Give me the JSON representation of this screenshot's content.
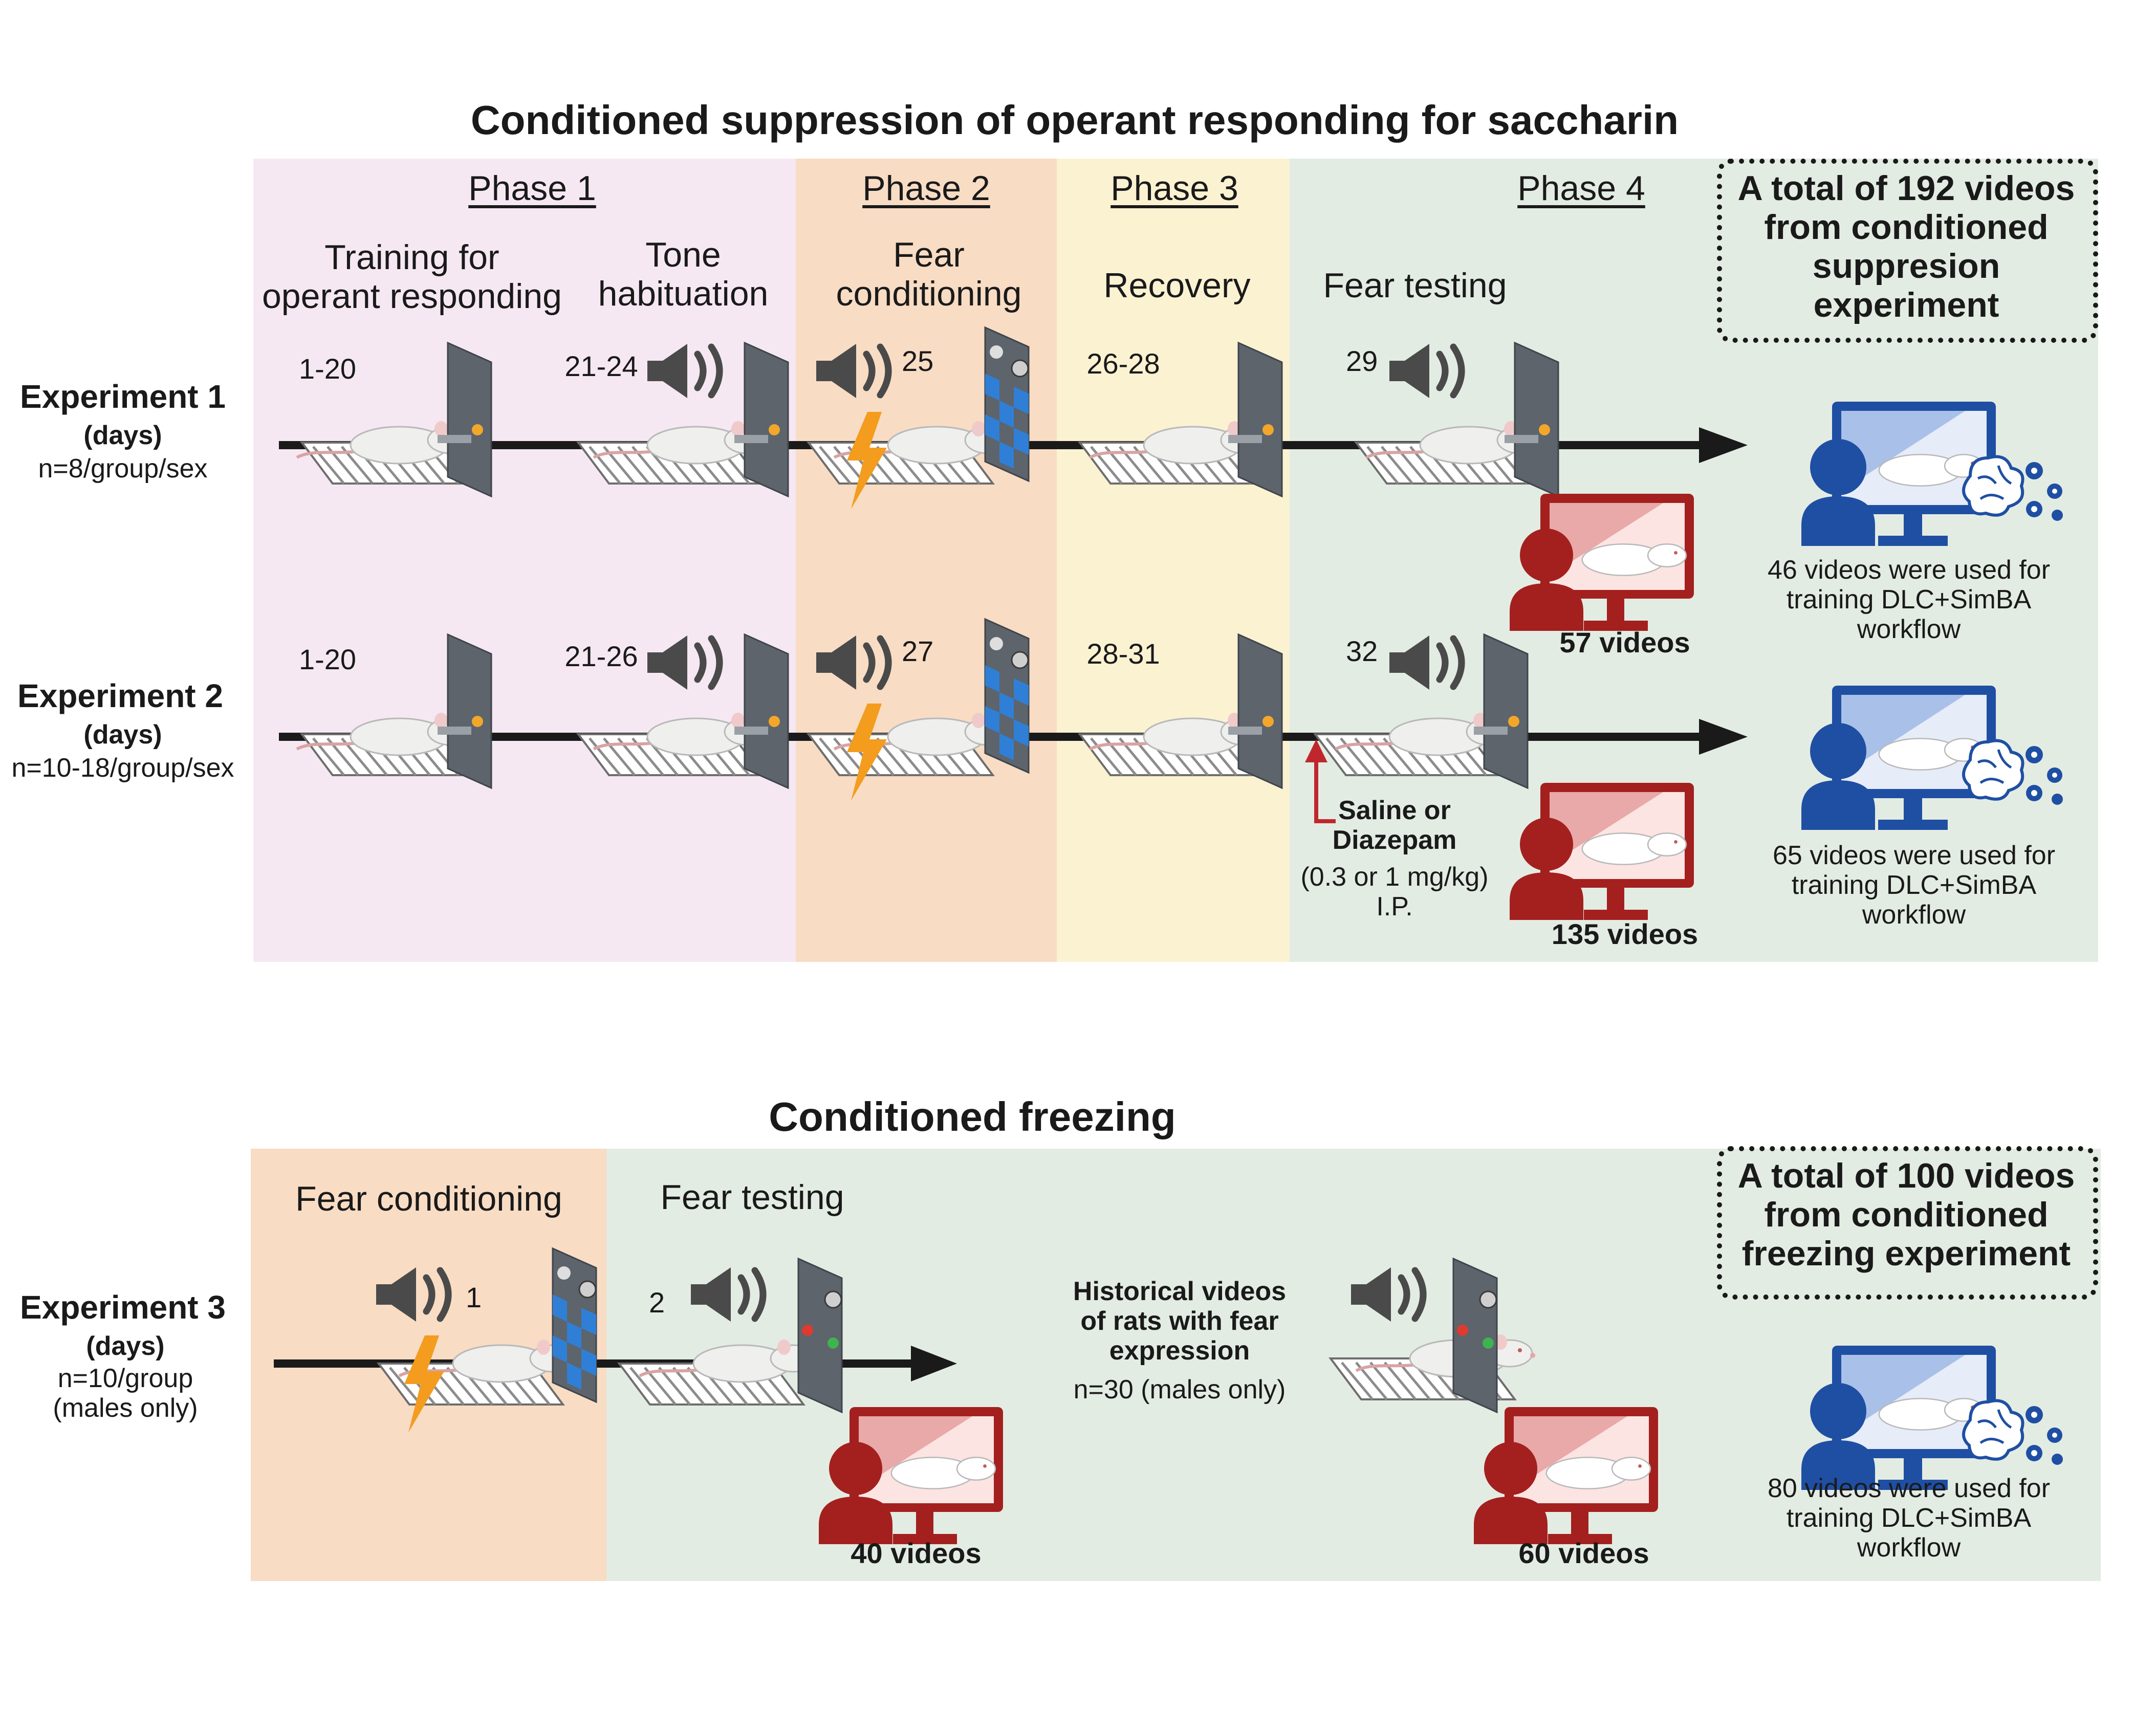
{
  "panel_a": {
    "title": "Conditioned suppression of operant responding for saccharin",
    "phases": [
      "Phase 1",
      "Phase 2",
      "Phase 3",
      "Phase 4"
    ],
    "stages": {
      "training": "Training for\noperant responding",
      "tone_hab": "Tone\nhabituation",
      "fear_cond": "Fear\nconditioning",
      "recovery": "Recovery",
      "fear_test": "Fear testing"
    },
    "total_box": "A total of 192 videos\nfrom conditioned\nsuppresion\nexperiment",
    "exp1": {
      "name": "Experiment 1",
      "unit": "(days)",
      "n": "n=8/group/sex",
      "days": [
        "1-20",
        "21-24",
        "25",
        "26-28",
        "29"
      ],
      "videos": "57 videos",
      "training_note": "46 videos were used for\ntraining DLC+SimBA\nworkflow"
    },
    "exp2": {
      "name": "Experiment 2",
      "unit": "(days)",
      "n": "n=10-18/group/sex",
      "days": [
        "1-20",
        "21-26",
        "27",
        "28-31",
        "32"
      ],
      "videos": "135 videos",
      "injection_bold": "Saline or\nDiazepam",
      "injection_plain": "(0.3 or 1 mg/kg)\nI.P.",
      "training_note": "65 videos were used for\ntraining DLC+SimBA\nworkflow"
    }
  },
  "panel_b": {
    "title": "Conditioned freezing",
    "stages": {
      "fear_cond": "Fear conditioning",
      "fear_test": "Fear testing"
    },
    "total_box": "A total of 100 videos\nfrom conditioned\nfreezing experiment",
    "exp3": {
      "name": "Experiment 3",
      "unit": "(days)",
      "n": "n=10/group\n(males only)",
      "days": [
        "1",
        "2"
      ],
      "videos": "40 videos",
      "historical_bold": "Historical videos\nof rats with fear\nexpression",
      "historical_n": "n=30 (males only)",
      "historical_videos": "60 videos",
      "training_note": "80 videos were used for\ntraining DLC+SimBA\nworkflow"
    }
  },
  "colors": {
    "phase1": "#f6e8f2",
    "phase2": "#f8dcc4",
    "phase3": "#fbf2d2",
    "phase4": "#e3ece3",
    "timeline": "#1a1a1a",
    "shock": "#f39c1e",
    "blue_monitor": "#1f4fa3",
    "red_monitor": "#a3201f",
    "injection_arrow": "#c0272d"
  },
  "icons": [
    "speaker-icon",
    "shock-icon",
    "rat-icon",
    "operant-box-icon",
    "video-monitor-icon",
    "ai-training-icon"
  ]
}
